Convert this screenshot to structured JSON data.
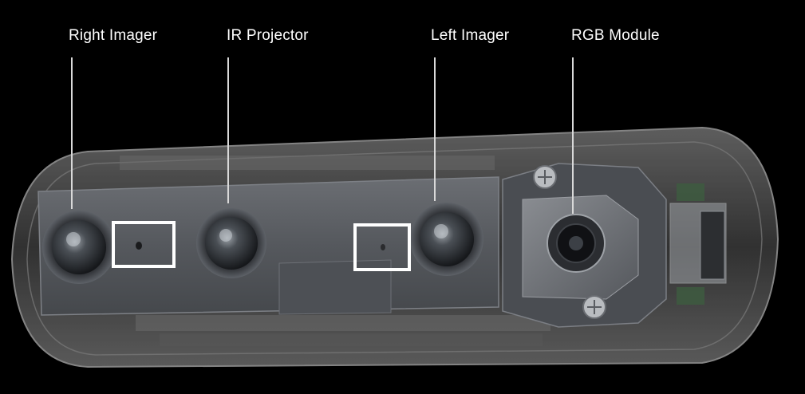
{
  "labels": [
    {
      "id": "right-imager",
      "text": "Right Imager"
    },
    {
      "id": "ir-projector",
      "text": "IR Projector"
    },
    {
      "id": "left-imager",
      "text": "Left Imager"
    },
    {
      "id": "rgb-module",
      "text": "RGB Module"
    }
  ],
  "colors": {
    "background": "#000000",
    "label_text": "#ffffff",
    "leader_line": "#d9d9d9",
    "highlight_box": "#ffffff",
    "shell": "#8a8a8a",
    "front_plate": "#55585d"
  }
}
